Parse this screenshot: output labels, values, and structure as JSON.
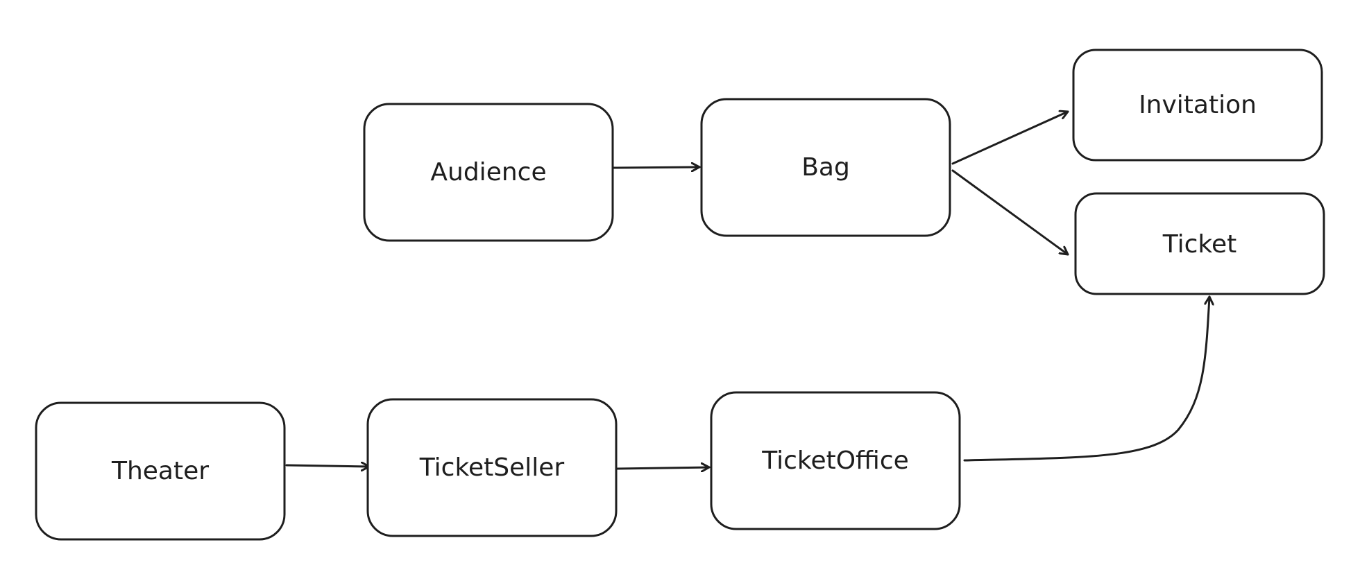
{
  "diagram": {
    "nodes": [
      {
        "id": "audience",
        "label": "Audience"
      },
      {
        "id": "bag",
        "label": "Bag"
      },
      {
        "id": "invitation",
        "label": "Invitation"
      },
      {
        "id": "ticket",
        "label": "Ticket"
      },
      {
        "id": "theater",
        "label": "Theater"
      },
      {
        "id": "ticketseller",
        "label": "TicketSeller"
      },
      {
        "id": "ticketoffice",
        "label": "TicketOffice"
      }
    ],
    "edges": [
      {
        "from": "audience",
        "to": "bag"
      },
      {
        "from": "bag",
        "to": "invitation"
      },
      {
        "from": "bag",
        "to": "ticket"
      },
      {
        "from": "theater",
        "to": "ticketseller"
      },
      {
        "from": "ticketseller",
        "to": "ticketoffice"
      },
      {
        "from": "ticketoffice",
        "to": "ticket"
      }
    ]
  }
}
